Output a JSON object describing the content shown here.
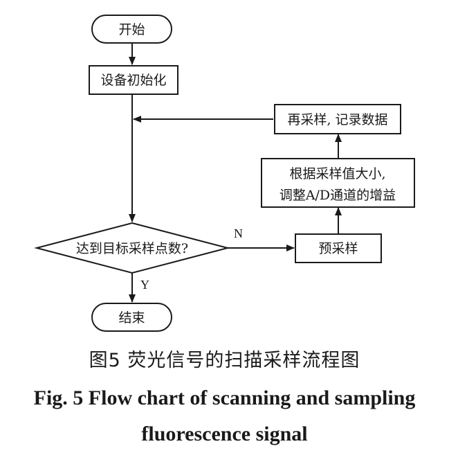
{
  "flowchart": {
    "nodes": {
      "start": "开始",
      "init": "设备初始化",
      "resample": "再采样, 记录数据",
      "adjust_line1": "根据采样值大小,",
      "adjust_line2": "调整A/D通道的增益",
      "decision": "达到目标采样点数?",
      "presample": "预采样",
      "end": "结束"
    },
    "edge_labels": {
      "no": "N",
      "yes": "Y"
    }
  },
  "caption": {
    "cn": "图5  荧光信号的扫描采样流程图",
    "en_line1": "Fig. 5  Flow chart of scanning and sampling",
    "en_line2": "fluorescence signal"
  }
}
